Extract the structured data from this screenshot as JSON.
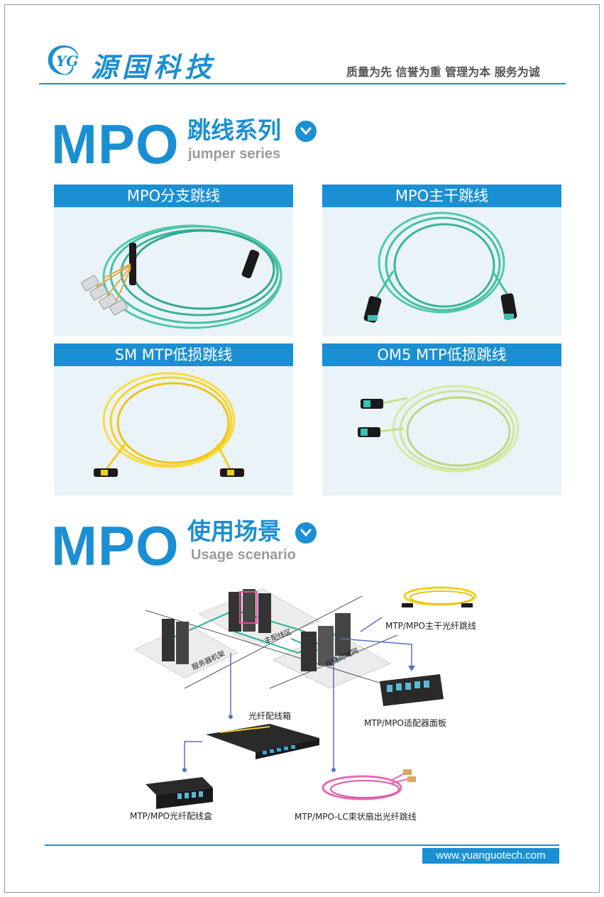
{
  "header": {
    "brand": "源国科技",
    "slogan": "质量为先 信誉为重 管理为本 服务为诚"
  },
  "section1": {
    "big": "MPO",
    "cn": "跳线系列",
    "en": "jumper series"
  },
  "products": [
    {
      "title": "MPO分支跳线",
      "cable_color": "#39b59a"
    },
    {
      "title": "MPO主干跳线",
      "cable_color": "#3fbfa8"
    },
    {
      "title": "SM MTP低损跳线",
      "cable_color": "#f2cf1d"
    },
    {
      "title": "OM5 MTP低损跳线",
      "cable_color": "#c8e08a"
    }
  ],
  "section2": {
    "big": "MPO",
    "cn": "使用场景",
    "en": "Usage scenario"
  },
  "scenario": {
    "main_area": "主配线区",
    "server_rack": "服务器机架",
    "storage_network": "存储局域网",
    "trunk_cable": "MTP/MPO主干光纤跳线",
    "adapter_panel": "MTP/MPO适配器面板",
    "distribution_box": "光纤配线箱",
    "cassette": "MTP/MPO光纤配线盒",
    "fanout_cable": "MTP/MPO-LC束状扇出光纤跳线"
  },
  "footer": {
    "url": "www.yuanguotech.com"
  },
  "colors": {
    "brand_blue": "#1b8fd3",
    "card_bg": "#eaf3f8"
  }
}
